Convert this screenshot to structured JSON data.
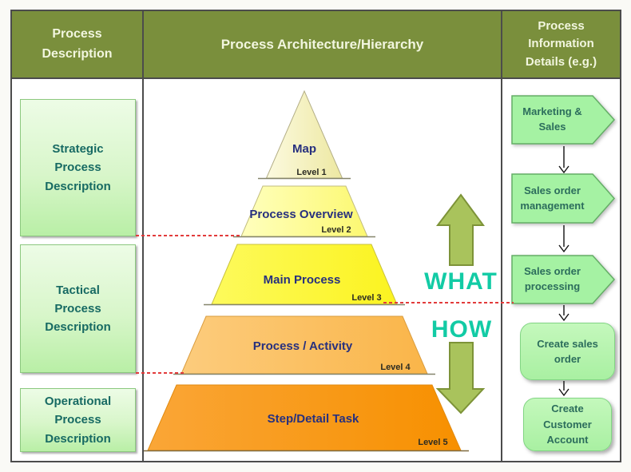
{
  "left_panel": {
    "header": "Process Description",
    "boxes": [
      {
        "label": "Strategic Process Description"
      },
      {
        "label": "Tactical Process Description"
      },
      {
        "label": "Operational Process Description"
      }
    ]
  },
  "middle_panel": {
    "header": "Process Architecture/Hierarchy",
    "levels": [
      {
        "name": "Map",
        "level": "Level 1",
        "color": "#F3EFB4"
      },
      {
        "name": "Process Overview",
        "level": "Level 2",
        "color": "#FEFB8F"
      },
      {
        "name": "Main Process",
        "level": "Level 3",
        "color": "#FCF63B"
      },
      {
        "name": "Process / Activity",
        "level": "Level 4",
        "color": "#FBBF5F"
      },
      {
        "name": "Step/Detail Task",
        "level": "Level 5",
        "color": "#F99C15"
      }
    ],
    "what_label": "WHAT",
    "how_label": "HOW",
    "arrow_color": "#A9C35C"
  },
  "right_panel": {
    "header": "Process Information Details (e.g.)",
    "items": [
      {
        "label": "Marketing & Sales",
        "shape": "pentagon-arrow"
      },
      {
        "label": "Sales order management",
        "shape": "pentagon-arrow"
      },
      {
        "label": "Sales order processing",
        "shape": "pentagon-arrow"
      },
      {
        "label": "Create sales order",
        "shape": "rounded-rect"
      },
      {
        "label": "Create Customer Account",
        "shape": "rounded-rect"
      }
    ]
  },
  "colors": {
    "header_bg": "#7A8F3C",
    "header_text": "#F2F6DF",
    "table_border": "#4C4C4C",
    "left_box_text": "#176A63",
    "pyramid_label_text": "#27307E",
    "what_how_text": "#12CBA5",
    "dashed_line": "#E23B3B",
    "flow_shape_fill": "#A5F2A3",
    "flow_shape_text": "#2C6D5C"
  }
}
